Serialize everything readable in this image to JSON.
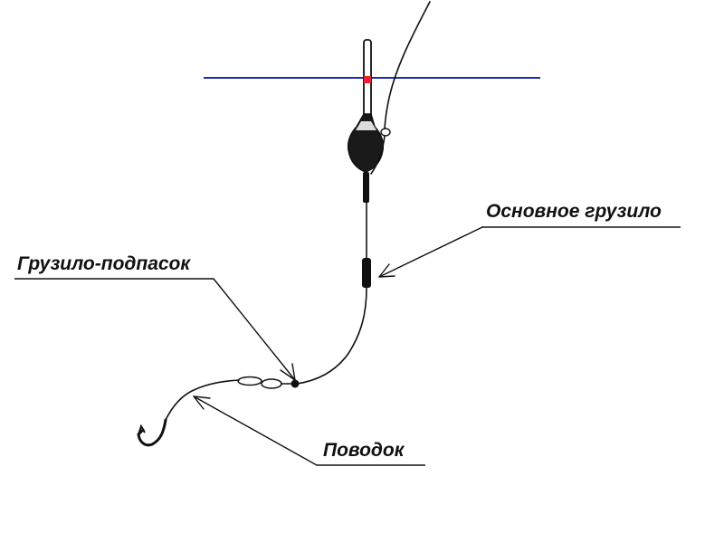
{
  "labels": {
    "main_sinker": "Основное грузило",
    "shot_sinker": "Грузило-подпасок",
    "leader": "Поводок"
  },
  "colors": {
    "water_line": "#1f2bb0",
    "float_tip_mark": "#e8232e",
    "line": "#111111"
  }
}
